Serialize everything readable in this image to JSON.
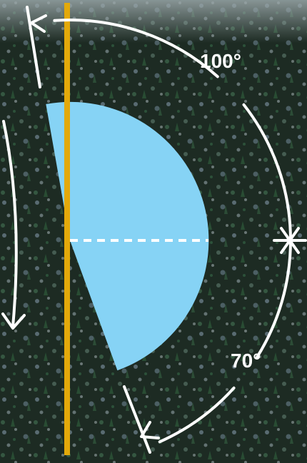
{
  "diagram": {
    "angle_upper_label": "100°",
    "angle_lower_label": "70°",
    "upper_angle_deg": 100,
    "lower_angle_deg": 70
  },
  "colors": {
    "sector_fill": "#86d3f5",
    "vertical_line": "#e3a90a",
    "annotation": "#ffffff",
    "background_dark": "#1b2820"
  }
}
